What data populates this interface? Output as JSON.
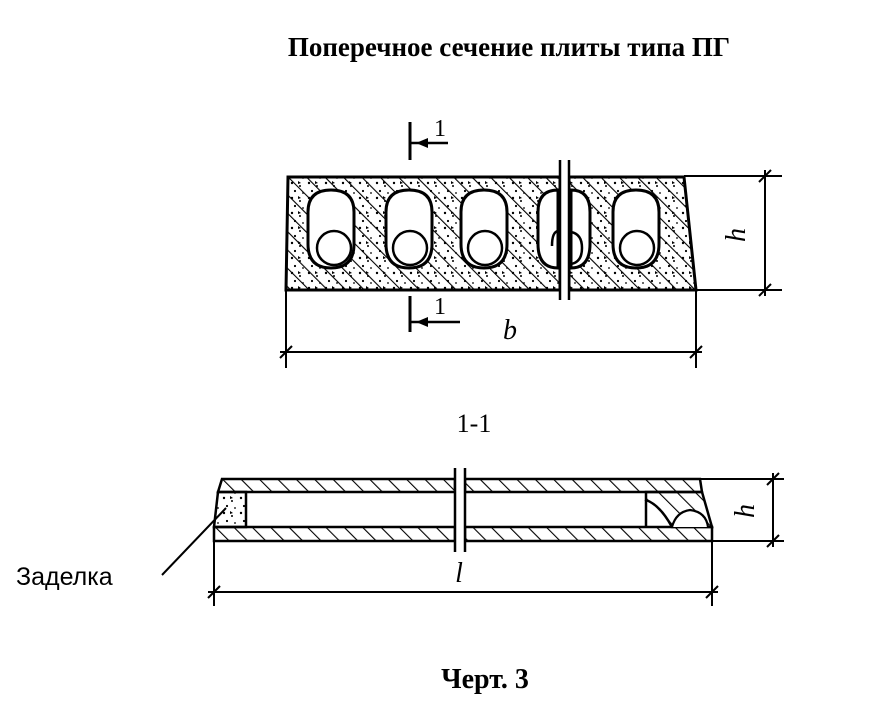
{
  "title": "Поперечное сечение плиты типа ПГ",
  "cross_section": {
    "section_mark_top": "1",
    "section_mark_bottom": "1",
    "width_label": "b",
    "height_label": "h",
    "void_count": 5
  },
  "longitudinal_section": {
    "title": "1-1",
    "length_label": "l",
    "height_label": "h",
    "end_fill_label": "Заделка"
  },
  "caption": "Черт. 3"
}
